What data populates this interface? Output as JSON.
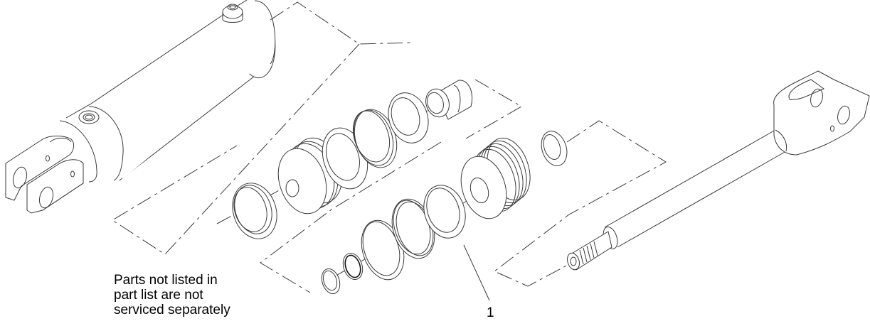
{
  "diagram": {
    "type": "exploded-parts-view",
    "subject": "hydraulic cylinder",
    "note": {
      "lines": [
        "Parts not listed in",
        "part list are not",
        "serviced separately"
      ]
    },
    "callouts": [
      {
        "label": "1",
        "target": "seal-kit"
      }
    ],
    "parts": [
      "cylinder-barrel-with-clevis",
      "piston-seals-group",
      "gland-seals-group",
      "piston-rod-with-clevis"
    ],
    "colors": {
      "line": "#3a3a3a",
      "background": "#ffffff",
      "text": "#000000"
    }
  }
}
